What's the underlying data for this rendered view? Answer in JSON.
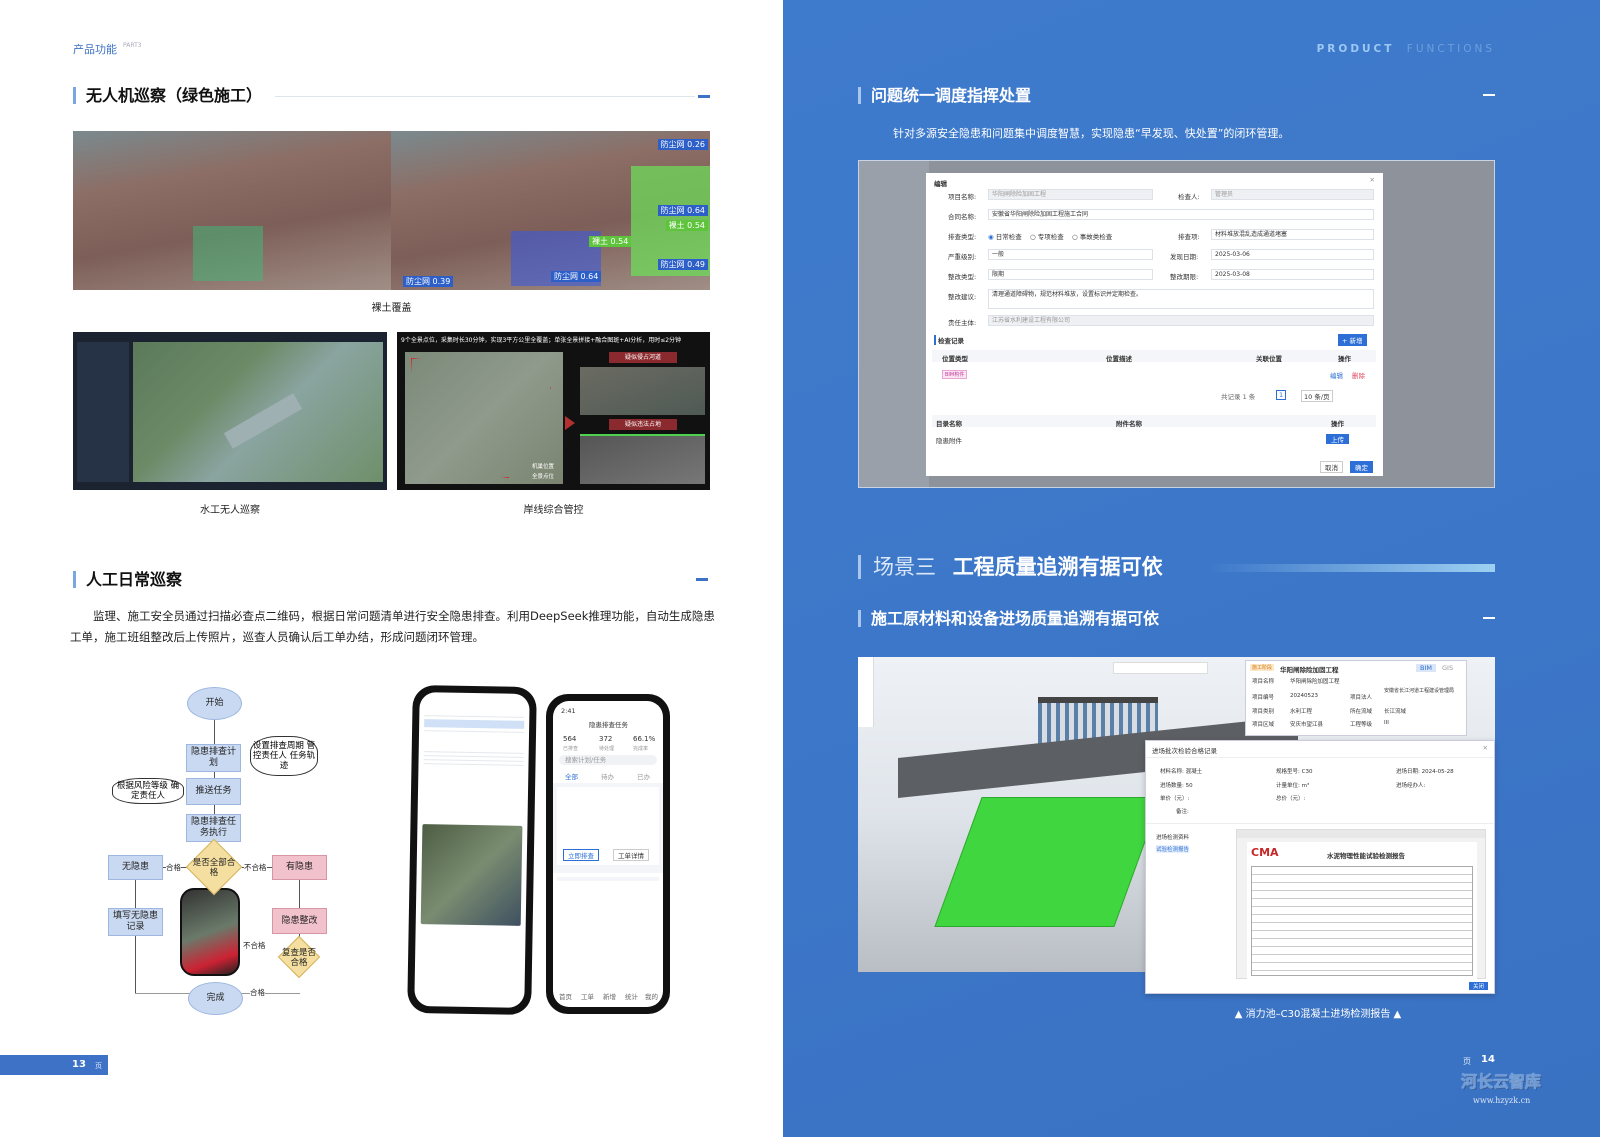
{
  "left_page": {
    "header": {
      "label": "产品功能",
      "part": "PART3"
    },
    "section1": {
      "title": "无人机巡察（绿色施工）",
      "photo1_tags": [
        "防尘网 0.26",
        "防尘网 0.64",
        "裸土 0.54",
        "防尘网 0.39",
        "防尘网 0.64",
        "防尘网 0.49",
        "裸土 0.54"
      ],
      "caption1": "裸土覆盖",
      "caption2": "水工无人巡察",
      "caption3": "岸线综合管控",
      "shoreline_banner": "9个全景点位，采集时长30分钟，实现3平方公里全覆盖；单张全景拼接+融合图斑+AI分析，用时≤2分钟",
      "shoreline_labels": [
        "疑似侵占河道",
        "疑似违法占地"
      ],
      "shoreline_legend": [
        "机巢位置",
        "全景点位"
      ]
    },
    "section2": {
      "title": "人工日常巡察",
      "paragraph": "监理、施工安全员通过扫描必查点二维码，根据日常问题清单进行安全隐患排查。利用DeepSeek推理功能，自动生成隐患工单，施工班组整改后上传照片，巡查人员确认后工单办结，形成问题闭环管理。"
    },
    "flowchart": {
      "start": "开始",
      "plan": "隐患排查计划",
      "push": "推送任务",
      "execute": "隐患排查任务执行",
      "decision": "是否全部合格",
      "no_hazard": "无隐患",
      "has_hazard": "有隐患",
      "record": "填写无隐患记录",
      "rectify": "隐患整改",
      "recheck": "复查是否合格",
      "finish": "完成",
      "cloud1": "设置排查周期 管控责任人 任务轨迹",
      "cloud2": "根据风险等级 确定责任人",
      "pass": "合格",
      "fail": "不合格"
    },
    "phone2": {
      "time": "2:41",
      "title": "隐患排查任务",
      "stats": [
        {
          "value": "564",
          "label": "已排查"
        },
        {
          "value": "372",
          "label": "待处理"
        },
        {
          "value": "66.1%",
          "label": "完成率"
        }
      ],
      "search_placeholder": "搜索计划/任务",
      "tabs": [
        "全部",
        "待办",
        "已办"
      ],
      "task_buttons": [
        "立即排查",
        "工单详情"
      ],
      "nav": [
        "首页",
        "工单",
        "新增",
        "统计",
        "我的"
      ]
    },
    "page_number": "13",
    "page_suffix": "页"
  },
  "right_page": {
    "header": {
      "word1": "PRODUCT",
      "word2": "FUNCTIONS"
    },
    "section1": {
      "title": "问题统一调度指挥处置",
      "description": "针对多源安全隐患和问题集中调度智慧，实现隐患“早发现、快处置”的闭环管理。"
    },
    "edit_modal": {
      "title": "编辑",
      "fields": [
        {
          "label": "项目名称:",
          "value": "华阳闸除险加固工程"
        },
        {
          "label": "检查人:",
          "value": "管理员"
        },
        {
          "label": "合同名称:",
          "value": "安徽省华阳闸除险加固工程施工合同"
        },
        {
          "label": "排查类型:",
          "value": "日常检查"
        },
        {
          "label": "排查项:",
          "value": "材料堆放混乱造成通道堵塞"
        },
        {
          "label": "严重级别:",
          "value": "一般"
        },
        {
          "label": "发现日期:",
          "value": "2025-03-06"
        },
        {
          "label": "整改类型:",
          "value": "限期"
        },
        {
          "label": "整改期限:",
          "value": "2025-03-08"
        },
        {
          "label": "整改建议:",
          "value": "清理通道障碍物，规范材料堆放，设置标识并定期检查。"
        },
        {
          "label": "责任主体:",
          "value": "江苏省水利建设工程有限公司"
        }
      ],
      "radio_options": [
        "日常检查",
        "专项检查",
        "事故类检查"
      ],
      "records_title": "检查记录",
      "add_button": "+ 新增",
      "table1_headers": [
        "位置类型",
        "位置描述",
        "关联位置",
        "操作"
      ],
      "table1_row": {
        "type": "BIM构件",
        "edit": "编辑",
        "delete": "删除"
      },
      "pagination": {
        "total": "共记录 1 条",
        "page": "1",
        "per_page": "10 条/页"
      },
      "table2_headers": [
        "目录名称",
        "附件名称",
        "操作"
      ],
      "table2_row": {
        "name": "隐患附件",
        "upload": "上传"
      },
      "cancel": "取消",
      "confirm": "确定"
    },
    "section2": {
      "scene": "场景三",
      "title": "工程质量追溯有据可依",
      "subtitle": "施工原材料和设备进场质量追溯有据可依"
    },
    "bim_panel": {
      "status": "施工阶段",
      "project": "华阳闸除险加固工程",
      "tabs": [
        "BIM",
        "GIS"
      ],
      "rows": [
        {
          "k": "项目名称",
          "v": "华阳闸除险加固工程"
        },
        {
          "k": "项目编号",
          "v": "20240523"
        },
        {
          "k": "项目法人",
          "v": "安徽省长江河道工程建设管理局"
        },
        {
          "k": "项目类别",
          "v": "水利工程"
        },
        {
          "k": "所在流域",
          "v": "长江流域"
        },
        {
          "k": "项目区域",
          "v": "安庆市望江县"
        },
        {
          "k": "工程等级",
          "v": "III"
        }
      ]
    },
    "material_popup": {
      "title": "进场批次检验合格记录",
      "fields": [
        {
          "k": "材料名称:",
          "v": "混凝土"
        },
        {
          "k": "规格型号:",
          "v": "C30"
        },
        {
          "k": "进场日期:",
          "v": "2024-05-28"
        },
        {
          "k": "进场数量:",
          "v": "50"
        },
        {
          "k": "计量单位:",
          "v": "m³"
        },
        {
          "k": "进场经办人:",
          "v": ""
        },
        {
          "k": "单价（元）:",
          "v": ""
        },
        {
          "k": "总价（元）:",
          "v": ""
        },
        {
          "k": "备注:",
          "v": ""
        }
      ],
      "tree": [
        "进场检测资料",
        "试验检测报告"
      ],
      "report_title": "水泥物理性能试验检测报告",
      "close": "关闭"
    },
    "caption": "消力池–C30混凝土进场检测报告",
    "page_prefix": "页",
    "page_number": "14",
    "watermark": {
      "name": "河长云智库",
      "url": "www.hzyzk.cn"
    }
  }
}
